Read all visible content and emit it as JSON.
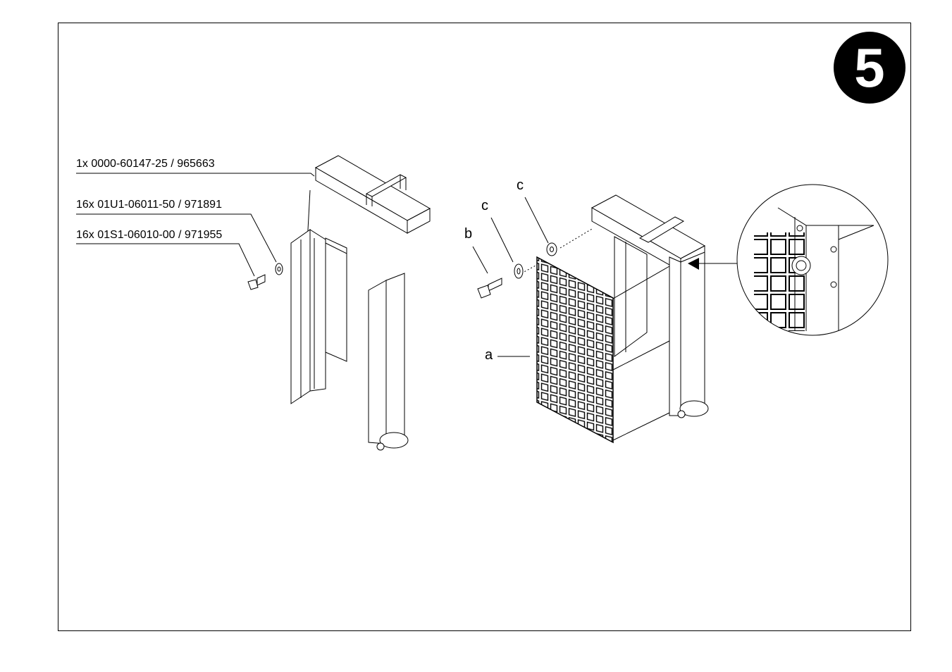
{
  "step": {
    "number": "5"
  },
  "parts": [
    {
      "label": "1x 0000-60147-25 / 965663"
    },
    {
      "label": "16x 01U1-06011-50 / 971891"
    },
    {
      "label": "16x 01S1-06010-00 / 971955"
    }
  ],
  "callouts": {
    "a": "a",
    "b": "b",
    "c1": "c",
    "c2": "c"
  }
}
